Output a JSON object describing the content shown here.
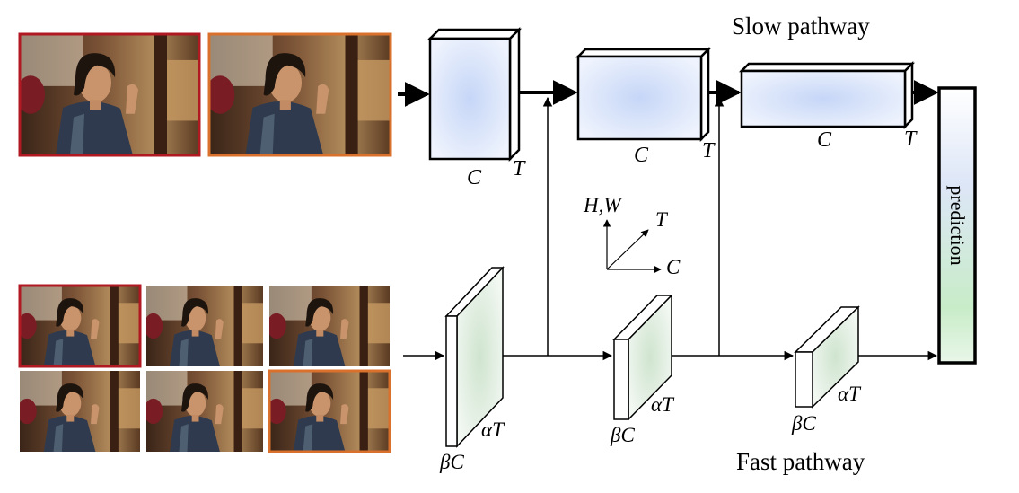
{
  "pathways": {
    "slow_title": "Slow pathway",
    "fast_title": "Fast pathway"
  },
  "output": {
    "label": "prediction"
  },
  "axes_legend": {
    "hw": "H,W",
    "t": "T",
    "c": "C"
  },
  "slow_blocks": [
    {
      "c_label": "C",
      "t_label": "T"
    },
    {
      "c_label": "C",
      "t_label": "T"
    },
    {
      "c_label": "C",
      "t_label": "T"
    }
  ],
  "fast_blocks": [
    {
      "c_label": "βC",
      "t_label": "αT"
    },
    {
      "c_label": "βC",
      "t_label": "αT"
    },
    {
      "c_label": "βC",
      "t_label": "αT"
    }
  ],
  "frames": {
    "slow_count": 2,
    "fast_count": 6
  },
  "colors": {
    "slow_fill": "#cfdcf6",
    "fast_fill": "#dcebdc",
    "frame_border_red": "#b01822",
    "frame_border_orange": "#d9712c",
    "prediction_top": "#e8eefa",
    "prediction_bottom": "#c6ecc6"
  }
}
